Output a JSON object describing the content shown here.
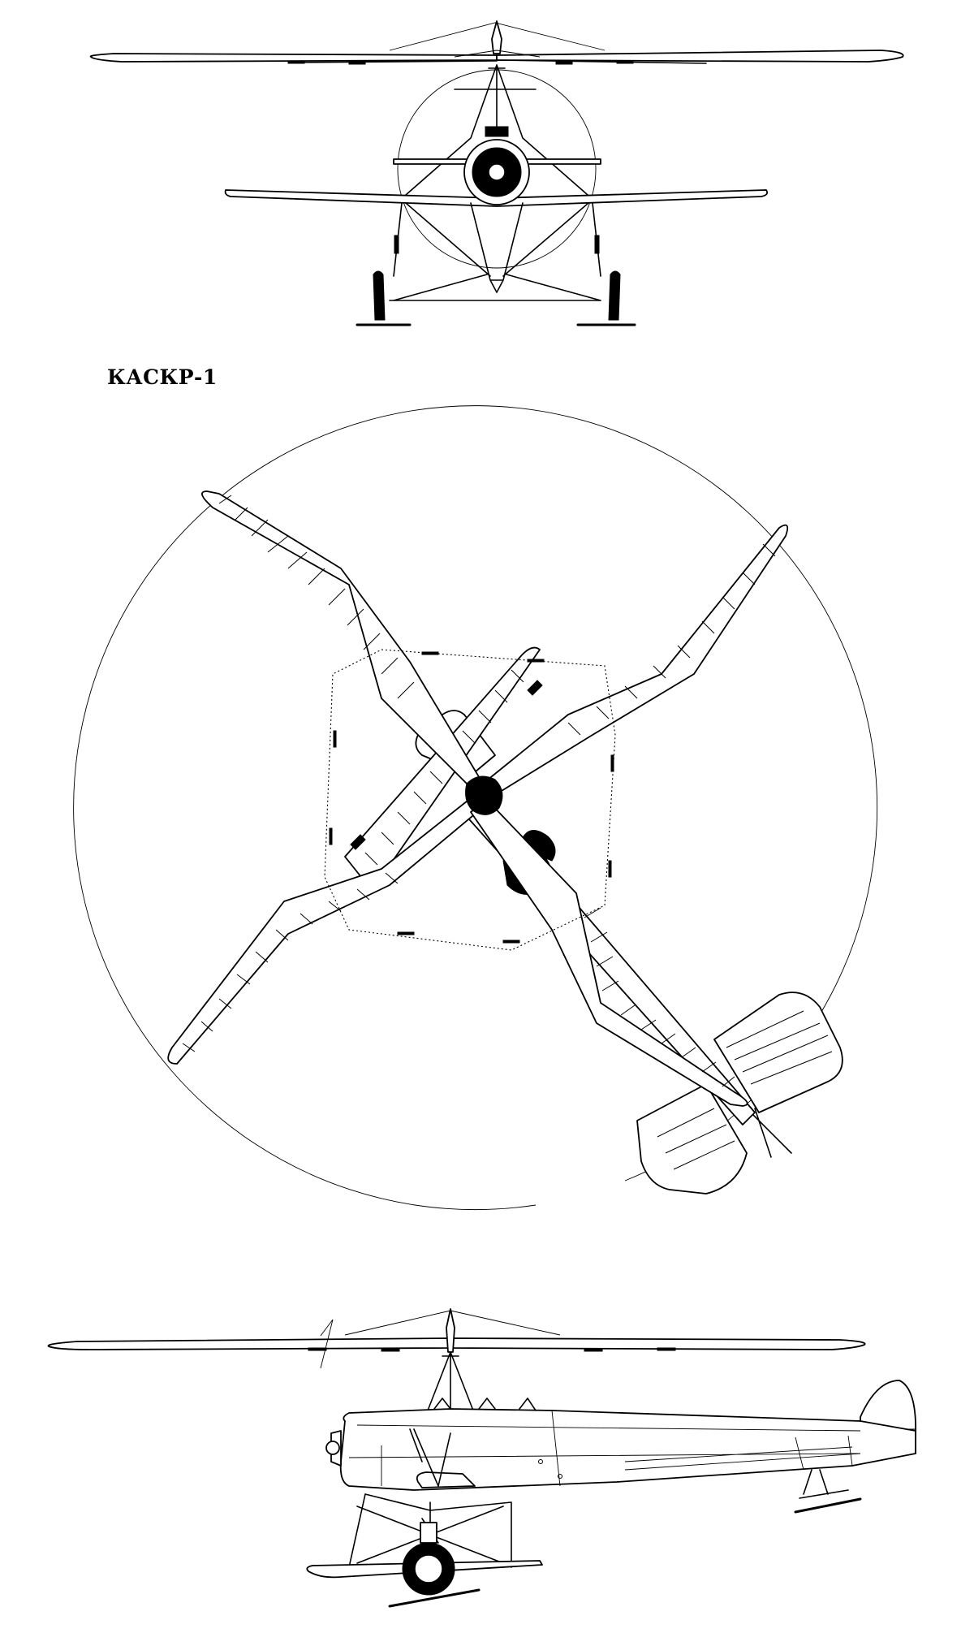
{
  "title": "КАСКР-1",
  "views": [
    "front-view",
    "top-view",
    "side-view"
  ]
}
